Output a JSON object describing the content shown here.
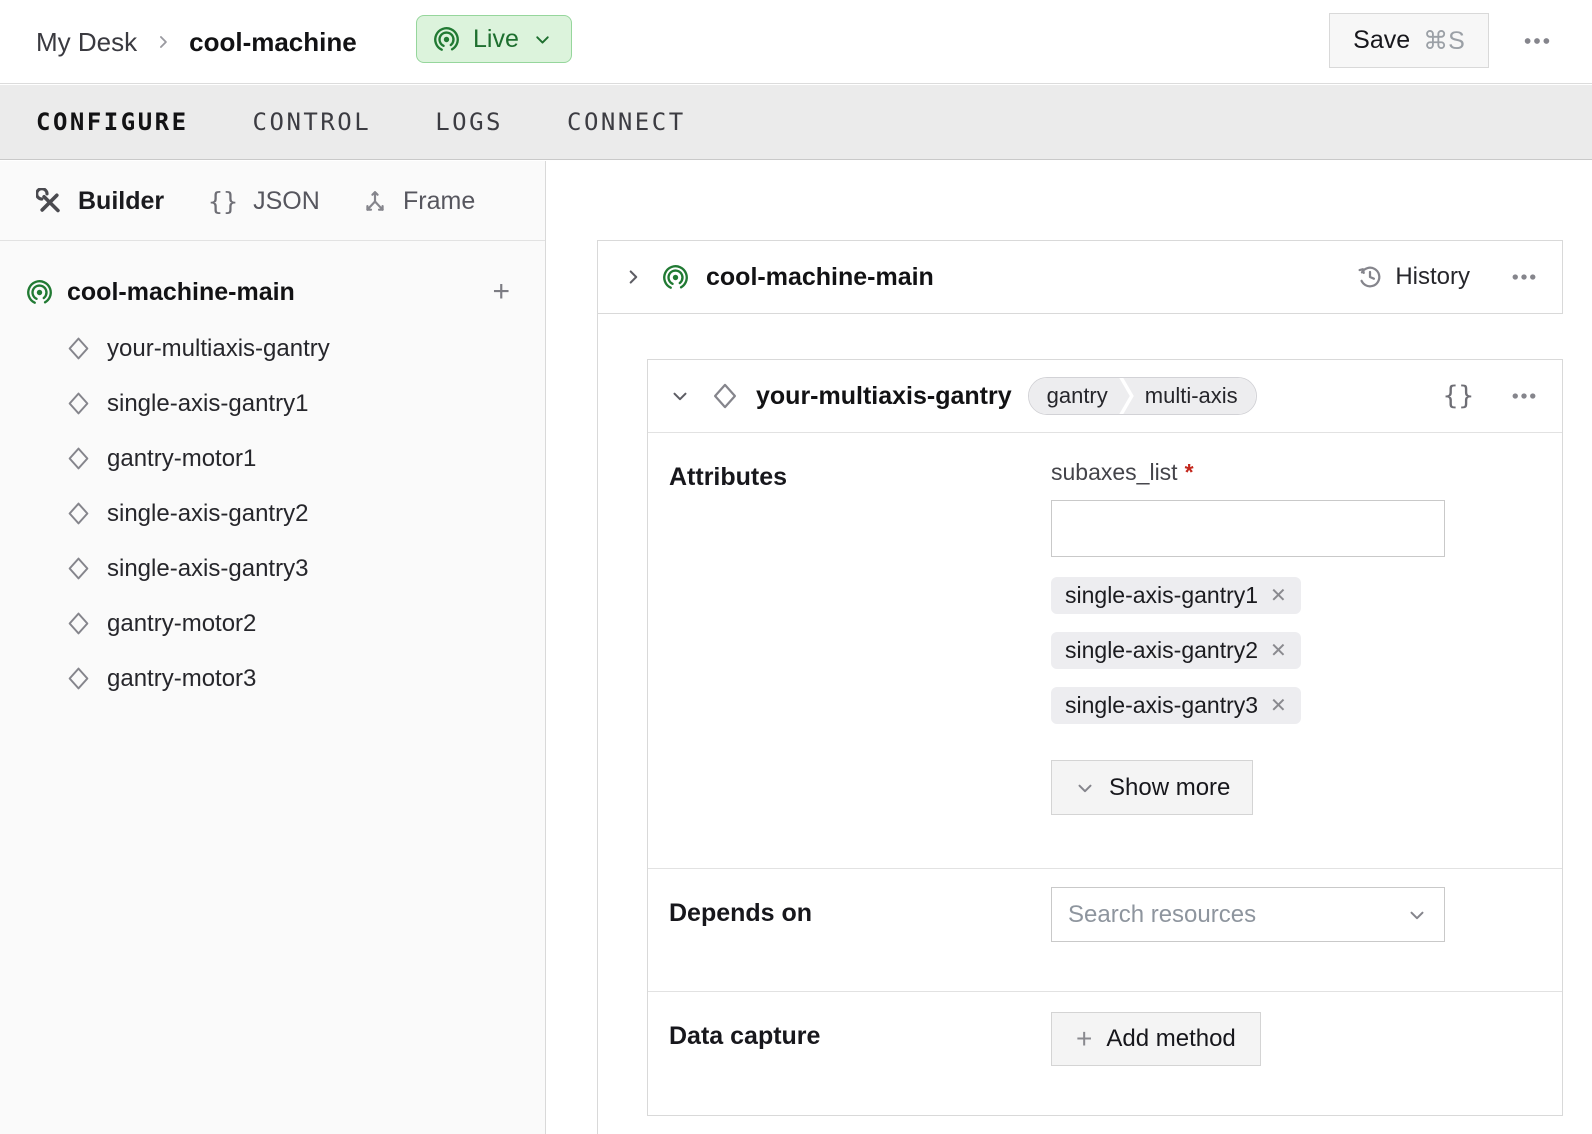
{
  "header": {
    "breadcrumb_root": "My Desk",
    "machine_name": "cool-machine",
    "live_label": "Live",
    "save_label": "Save",
    "save_shortcut": "⌘S"
  },
  "tabs": [
    {
      "label": "CONFIGURE",
      "active": true
    },
    {
      "label": "CONTROL",
      "active": false
    },
    {
      "label": "LOGS",
      "active": false
    },
    {
      "label": "CONNECT",
      "active": false
    }
  ],
  "sidebar": {
    "modes": [
      {
        "label": "Builder",
        "active": true
      },
      {
        "label": "JSON",
        "active": false
      },
      {
        "label": "Frame",
        "active": false
      }
    ],
    "tree": {
      "root": "cool-machine-main",
      "items": [
        "your-multiaxis-gantry",
        "single-axis-gantry1",
        "gantry-motor1",
        "single-axis-gantry2",
        "single-axis-gantry3",
        "gantry-motor2",
        "gantry-motor3"
      ]
    }
  },
  "main": {
    "part_header": {
      "name": "cool-machine-main",
      "history_label": "History"
    },
    "component_card": {
      "title": "your-multiaxis-gantry",
      "tags": [
        "gantry",
        "multi-axis"
      ],
      "attributes": {
        "section_label": "Attributes",
        "field_label": "subaxes_list",
        "required_marker": "*",
        "input_value": "",
        "chips": [
          "single-axis-gantry1",
          "single-axis-gantry2",
          "single-axis-gantry3"
        ],
        "show_more_label": "Show more"
      },
      "depends_on": {
        "section_label": "Depends on",
        "placeholder": "Search resources"
      },
      "data_capture": {
        "section_label": "Data capture",
        "add_method_label": "Add method"
      }
    }
  },
  "icons": {
    "braces": "{}",
    "close": "✕",
    "plus": "+"
  },
  "colors": {
    "accent_green": "#217a33",
    "live_bg": "#dcf3dc",
    "live_border": "#96d69c",
    "chip_bg": "#ededf0",
    "required_red": "#c3271c",
    "tabbar_bg": "#ebebeb"
  }
}
